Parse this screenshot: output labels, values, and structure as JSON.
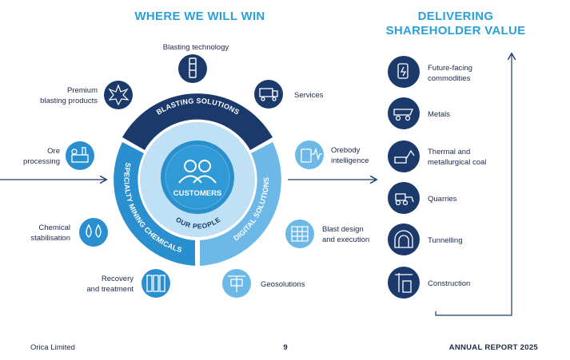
{
  "titles": {
    "left": "WHERE WE WILL WIN",
    "right_line1": "DELIVERING",
    "right_line2": "SHAREHOLDER VALUE"
  },
  "wheel": {
    "blasting_solutions": "BLASTING SOLUTIONS",
    "digital_solutions": "DIGITAL SOLUTIONS",
    "specialty_mining_chemicals": "SPECIALTY MINING CHEMICALS",
    "our_people": "OUR PEOPLE",
    "customers": "CUSTOMERS"
  },
  "offerings": [
    {
      "id": "blasting-technology",
      "lines": [
        "Blasting technology"
      ],
      "icon": "detonator-icon"
    },
    {
      "id": "services",
      "lines": [
        "Services"
      ],
      "icon": "truck-icon"
    },
    {
      "id": "premium-blasting-products",
      "lines": [
        "Premium",
        "blasting products"
      ],
      "icon": "explosion-icon"
    },
    {
      "id": "ore-processing",
      "lines": [
        "Ore",
        "processing"
      ],
      "icon": "plant-icon"
    },
    {
      "id": "orebody-intelligence",
      "lines": [
        "Orebody",
        "intelligence"
      ],
      "icon": "sensor-icon"
    },
    {
      "id": "chemical-stabilisation",
      "lines": [
        "Chemical",
        "stabilisation"
      ],
      "icon": "droplets-icon"
    },
    {
      "id": "blast-design-and-execution",
      "lines": [
        "Blast design",
        "and execution"
      ],
      "icon": "grid-plan-icon"
    },
    {
      "id": "recovery-and-treatment",
      "lines": [
        "Recovery",
        "and treatment"
      ],
      "icon": "tanks-icon"
    },
    {
      "id": "geosolutions",
      "lines": [
        "Geosolutions"
      ],
      "icon": "drill-rig-icon"
    }
  ],
  "markets": [
    {
      "id": "future-facing-commodities",
      "lines": [
        "Future-facing",
        "commodities"
      ],
      "icon": "ev-charger-icon"
    },
    {
      "id": "metals",
      "lines": [
        "Metals"
      ],
      "icon": "mine-truck-icon"
    },
    {
      "id": "thermal-and-metallurgical-coal",
      "lines": [
        "Thermal and",
        "metallurgical coal"
      ],
      "icon": "coal-excavator-icon"
    },
    {
      "id": "quarries",
      "lines": [
        "Quarries"
      ],
      "icon": "loader-icon"
    },
    {
      "id": "tunnelling",
      "lines": [
        "Tunnelling"
      ],
      "icon": "tunnel-icon"
    },
    {
      "id": "construction",
      "lines": [
        "Construction"
      ],
      "icon": "crane-icon"
    }
  ],
  "colors": {
    "dark_navy": "#1b3a6b",
    "mid_blue": "#2a8fce",
    "light_blue": "#6cb8e6",
    "pale_blue": "#bfe0f5",
    "accent": "#2a9fd8"
  },
  "footer": {
    "company": "Orica Limited",
    "page": "9",
    "report": "ANNUAL REPORT 2025"
  }
}
